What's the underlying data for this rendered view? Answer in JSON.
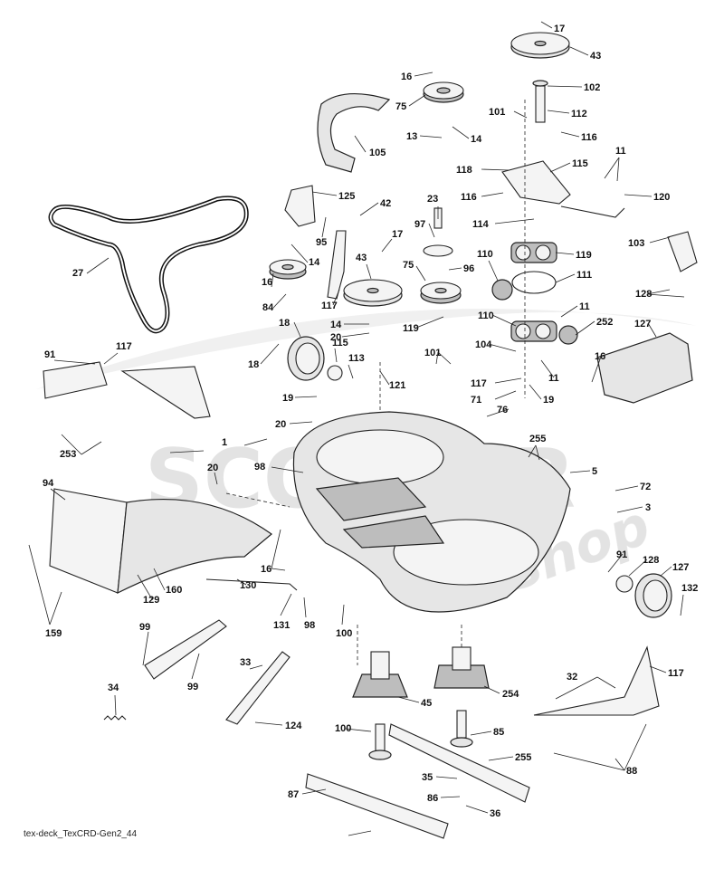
{
  "diagram": {
    "watermark": {
      "brand": "SCOOTER",
      "suffix": "shop"
    },
    "footer_code": "tex-deck_TexCRD-Gen2_44",
    "callouts": [
      "17",
      "43",
      "16",
      "102",
      "75",
      "101",
      "112",
      "105",
      "13",
      "14",
      "116",
      "11",
      "115",
      "118",
      "120",
      "125",
      "42",
      "116",
      "114",
      "23",
      "97",
      "95",
      "27",
      "14",
      "103",
      "119",
      "43",
      "96",
      "17",
      "110",
      "111",
      "75",
      "16",
      "84",
      "117",
      "11",
      "128",
      "18",
      "14",
      "119",
      "110",
      "252",
      "117",
      "91",
      "115",
      "104",
      "127",
      "18",
      "20",
      "101",
      "16",
      "113",
      "11",
      "19",
      "121",
      "117",
      "19",
      "71",
      "76",
      "20",
      "255",
      "253",
      "1",
      "98",
      "20",
      "5",
      "72",
      "94",
      "3",
      "16",
      "91",
      "128",
      "127",
      "132",
      "159",
      "160",
      "129",
      "130",
      "131",
      "98",
      "100",
      "99",
      "99",
      "33",
      "45",
      "254",
      "117",
      "32",
      "34",
      "100",
      "124",
      "85",
      "255",
      "88",
      "35",
      "87",
      "86",
      "36"
    ]
  }
}
